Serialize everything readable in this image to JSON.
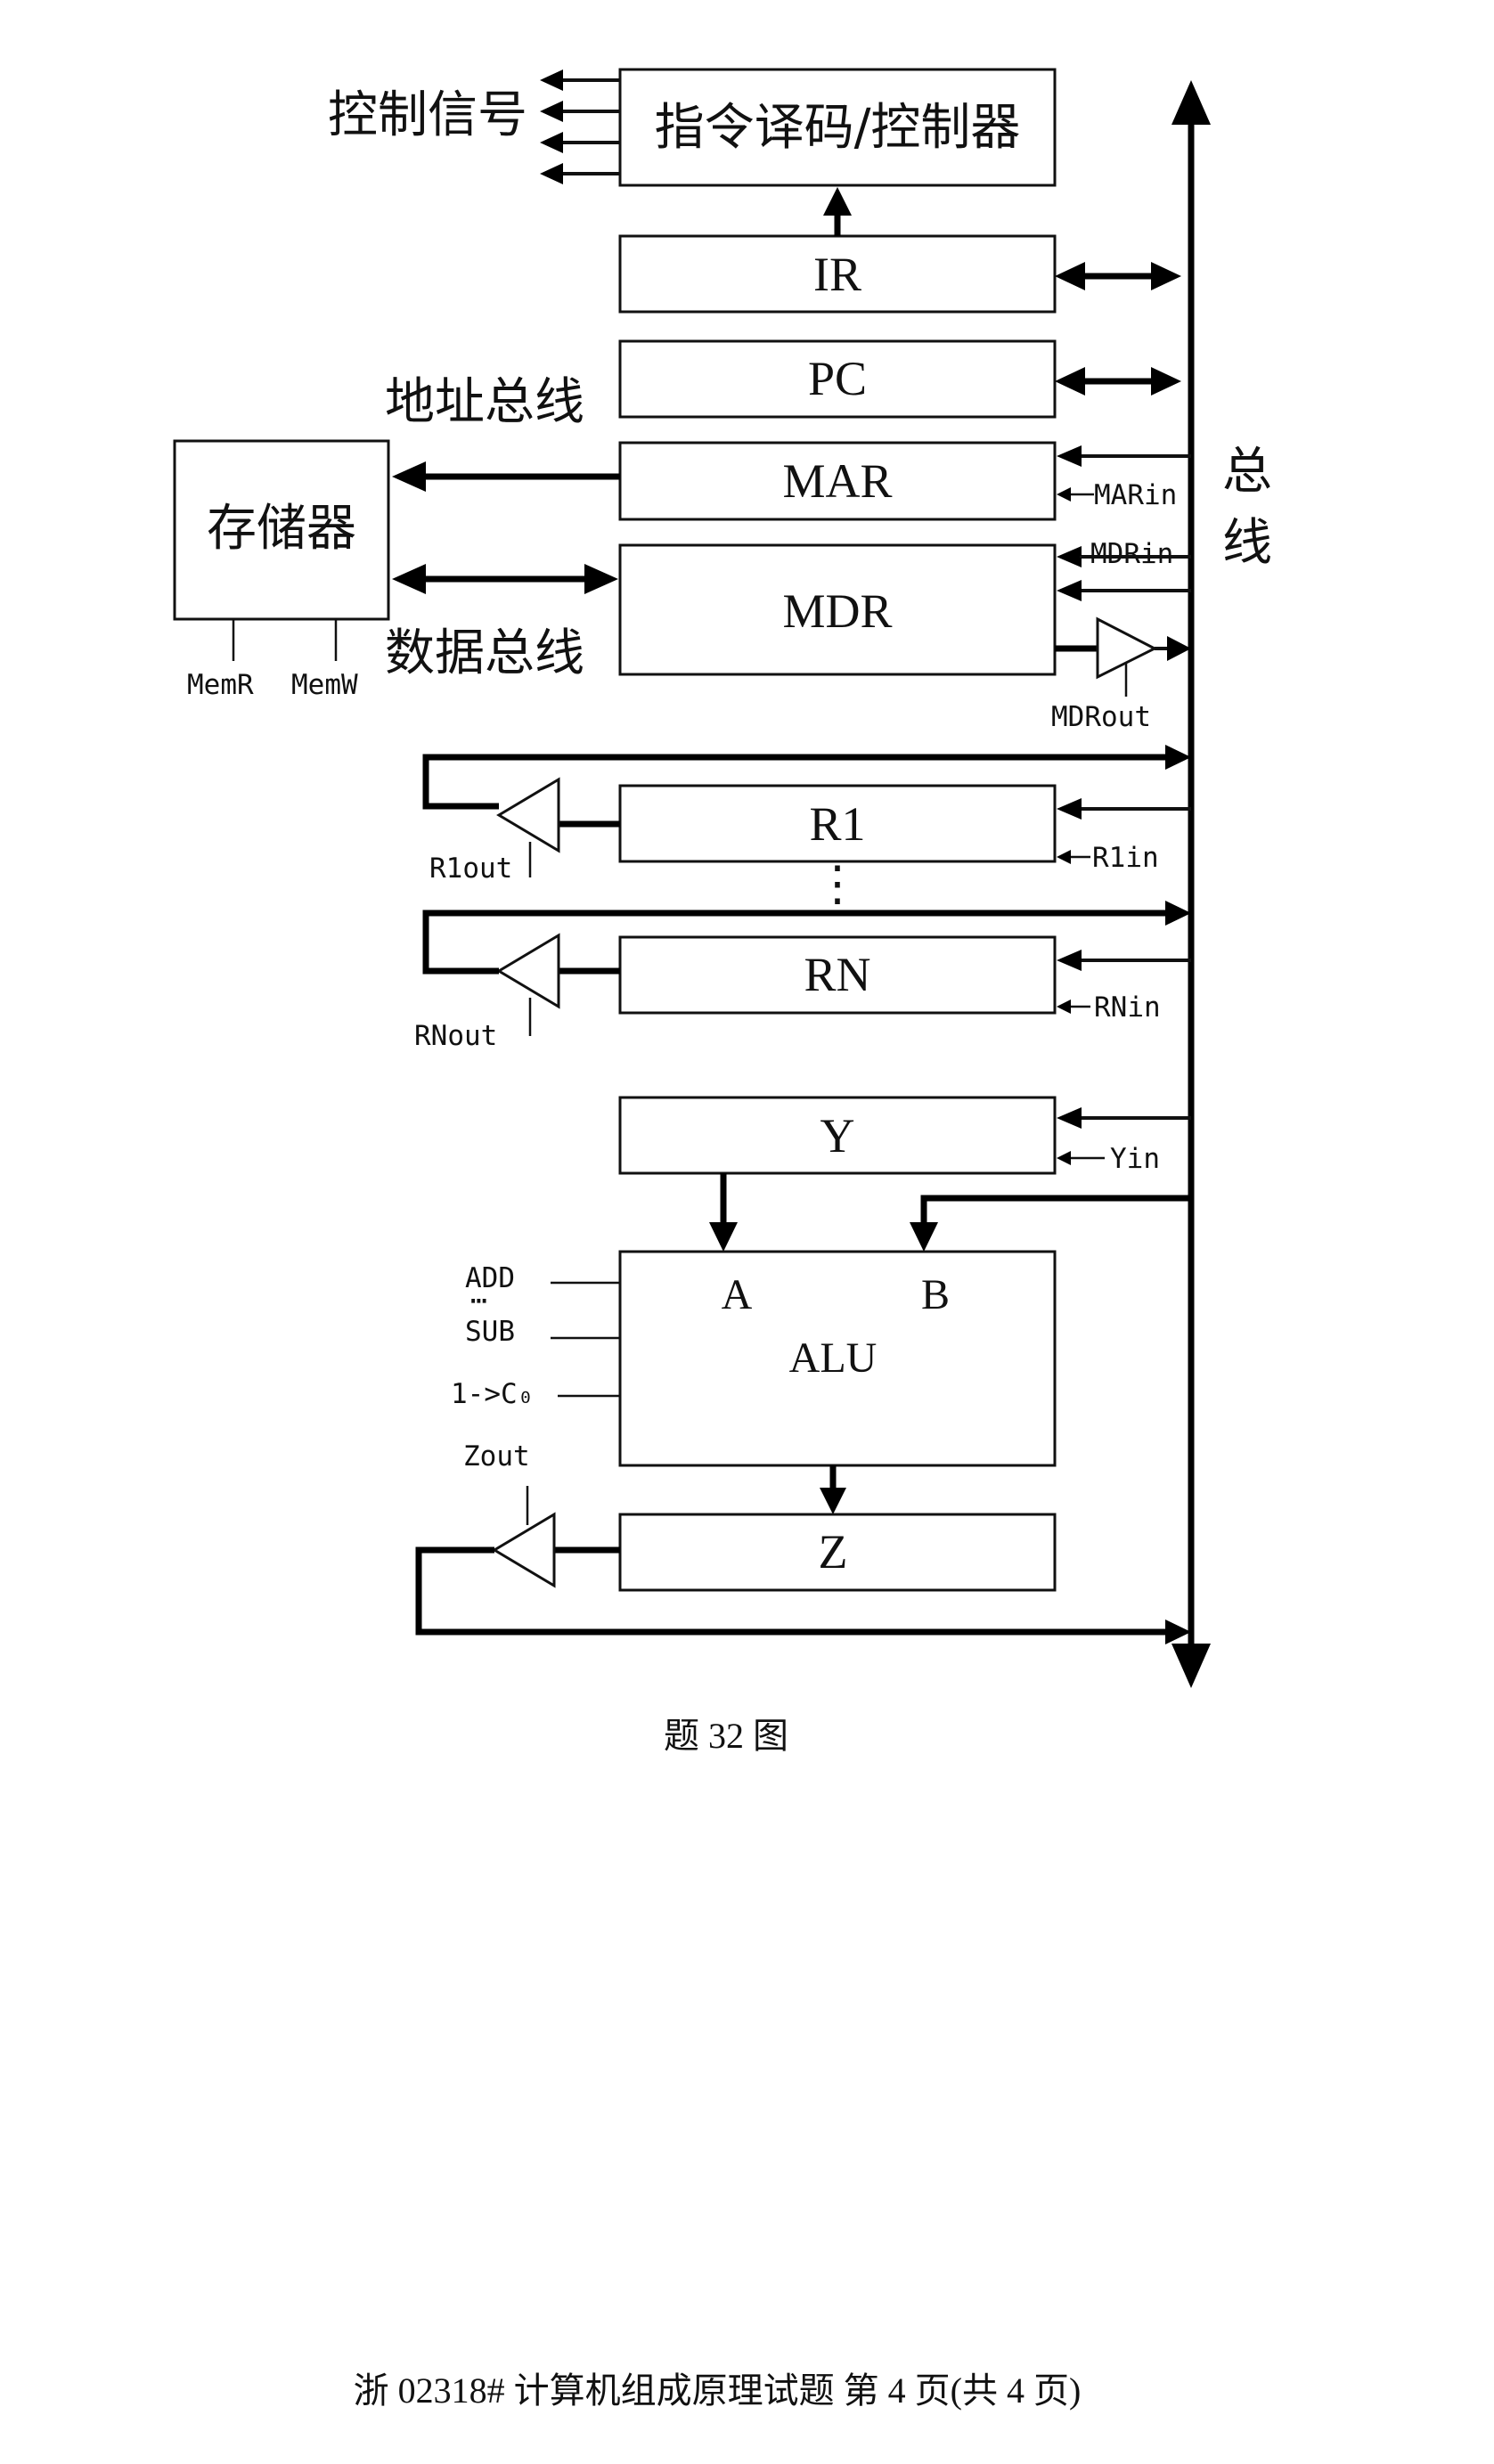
{
  "blocks": {
    "controller": "指令译码/控制器",
    "ir": "IR",
    "pc": "PC",
    "mar": "MAR",
    "mdr": "MDR",
    "r1": "R1",
    "rn": "RN",
    "y": "Y",
    "alu": "ALU",
    "alu_a": "A",
    "alu_b": "B",
    "z": "Z",
    "memory": "存储器"
  },
  "labels": {
    "control_signals": "控制信号",
    "address_bus": "地址总线",
    "data_bus": "数据总线",
    "bus_line1": "总",
    "bus_line2": "线",
    "ellipsis": "⋮",
    "alu_ellipsis": "⋯"
  },
  "signals": {
    "mem_r": "MemR",
    "mem_w": "MemW",
    "mar_in": "MARin",
    "mdr_in": "MDRin",
    "mdr_out": "MDRout",
    "r1_in": "R1in",
    "r1_out": "R1out",
    "rn_in": "RNin",
    "rn_out": "RNout",
    "y_in": "Yin",
    "add": "ADD",
    "sub": "SUB",
    "carry": "1->C₀",
    "z_out": "Zout"
  },
  "caption": "题 32 图",
  "footer": "浙 02318# 计算机组成原理试题 第 4 页(共 4 页)"
}
